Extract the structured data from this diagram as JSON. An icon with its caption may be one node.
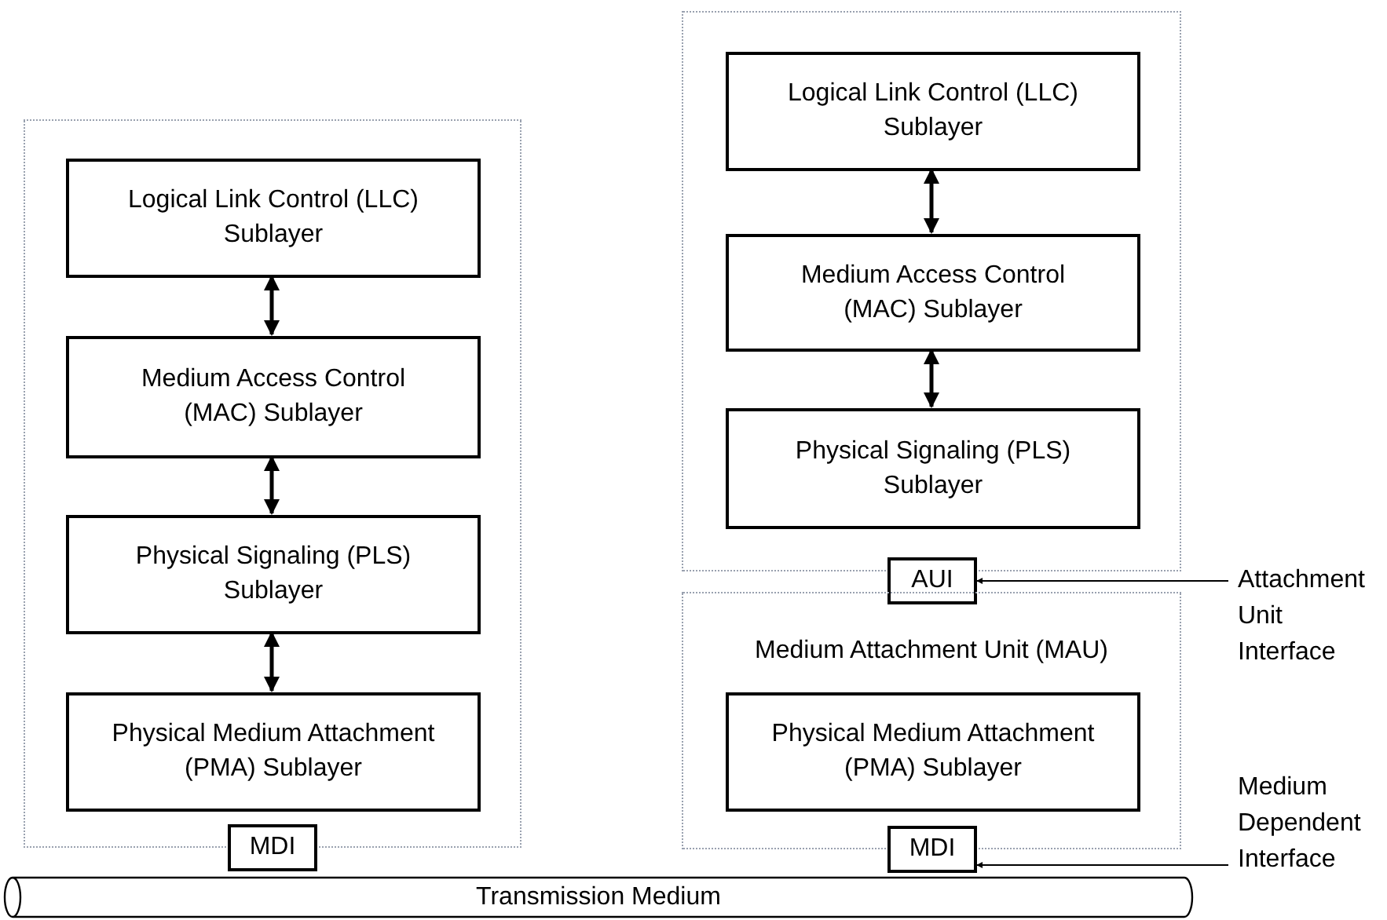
{
  "diagram": {
    "nodes": [
      {
        "text": [],
        "shape": "box"
      },
      {
        "text": [
          "Logical Link Control (LLC) Sublayer"
        ],
        "in": 0
      },
      {
        "text": [
          "Medium Access Control (MAC) Sublayer"
        ],
        "in": 0
      },
      {
        "text": [
          "Physical Signaling (PLS) Sublayer"
        ],
        "in": 0
      },
      {
        "text": [
          "Physical Medium Attachment (PMA) Sublayer"
        ],
        "in": 0
      },
      {
        "text": [
          "MDI"
        ]
      },
      {
        "text": [],
        "shape": "box"
      },
      {
        "text": [
          "Logical Link Control (LLC) Sublayer"
        ],
        "in": 6
      },
      {
        "text": [
          "Medium Access Control (MAC) Sublayer"
        ],
        "in": 6
      },
      {
        "text": [
          "Physical Signaling (PLS) Sublayer"
        ],
        "in": 6
      },
      {
        "text": [
          "AUI"
        ]
      },
      {
        "text": [
          "Attachment Unit Interface"
        ]
      },
      {
        "text": [
          "Medium Attachment Unit (MAU)"
        ]
      },
      {
        "text": [
          "Physical Medium Attachment (PMA) Sublayer"
        ],
        "in": 12
      },
      {
        "text": [
          "MDI"
        ]
      },
      {
        "text": [
          "Medium Dependent Interface"
        ]
      },
      {
        "text": [
          "Transmission Medium"
        ]
      }
    ],
    "edges": [
      {
        "from": 1,
        "to": 2,
        "arrow": "both"
      },
      {
        "from": 2,
        "to": 3,
        "arrow": "both"
      },
      {
        "from": 3,
        "to": 4,
        "arrow": "both"
      },
      {
        "from": 7,
        "to": 8,
        "arrow": "both"
      },
      {
        "from": 8,
        "to": 9,
        "arrow": "both"
      },
      {
        "from": 11,
        "to": 10,
        "arrow": "to"
      },
      {
        "from": 15,
        "to": 14,
        "arrow": "to"
      }
    ]
  }
}
